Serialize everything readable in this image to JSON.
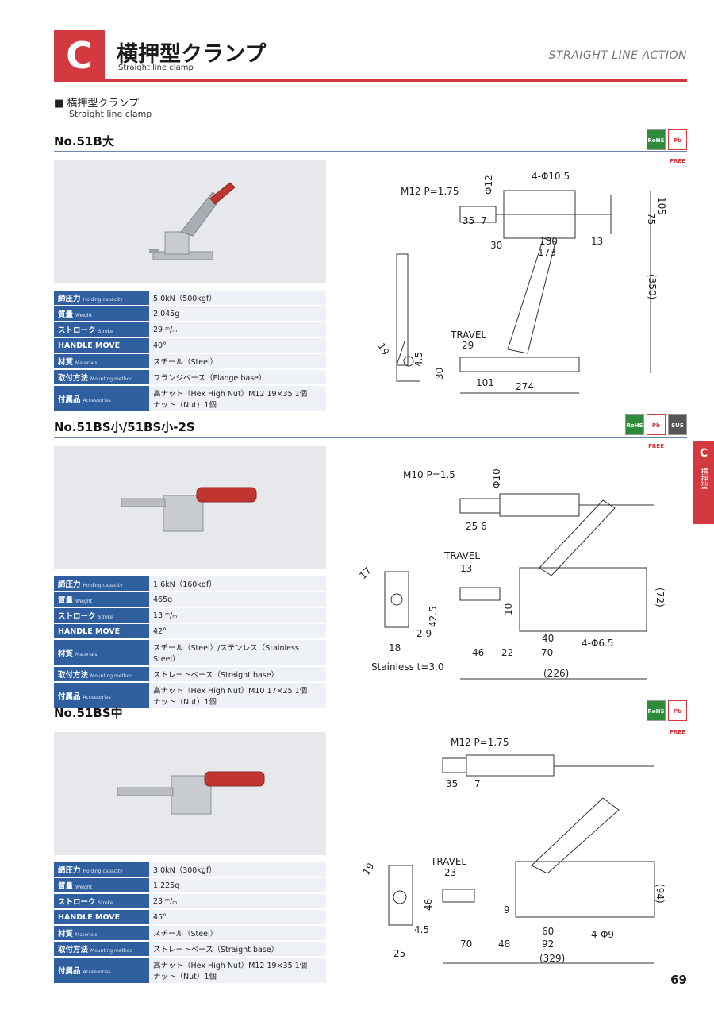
{
  "header": {
    "letter": "C",
    "title_jp": "横押型クランプ",
    "title_en": "Straight line clamp",
    "right_title": "STRAIGHT LINE ACTION"
  },
  "intro": {
    "label_jp": "■ 横押型クランプ",
    "label_en": "Straight line clamp"
  },
  "side_tab": {
    "letter": "C",
    "text": "横押型"
  },
  "spec_keys": {
    "holding": "締圧力",
    "holding_en": "Holding capacity",
    "weight": "質量",
    "weight_en": "Weight",
    "stroke": "ストローク",
    "stroke_en": "Stroke",
    "handle": "HANDLE MOVE",
    "material": "材質",
    "material_en": "Materials",
    "mounting": "取付方法",
    "mounting_en": "Mounting method",
    "accessories": "付属品",
    "accessories_en": "Accessories"
  },
  "badges": {
    "rohs": "RoHS",
    "pb": "Pb FREE",
    "sus": "SUS"
  },
  "products": [
    {
      "title": "No.51B大",
      "holding": "5.0kN（500kgf）",
      "weight": "2,045g",
      "stroke": "29 ᵐ/ₘ",
      "handle": "40°",
      "material": "スチール（Steel）",
      "mounting": "フランジベース（Flange base）",
      "accessories_1": "高ナット（Hex High Nut）M12 19×35 1個",
      "accessories_2": "ナット（Nut）1個",
      "dims": {
        "thread": "M12 P=1.75",
        "dia": "Φ12",
        "holes": "4-Φ10.5",
        "d35": "35",
        "d7": "7",
        "d30a": "30",
        "d130": "130",
        "d13": "13",
        "d173": "173",
        "d75": "75",
        "d105": "105",
        "d350": "(350)",
        "travel": "TRAVEL",
        "d29": "29",
        "d19": "19",
        "d45": "4.5",
        "d30b": "30",
        "d101": "101",
        "d274": "274"
      }
    },
    {
      "title": "No.51BS小/51BS小-2S",
      "holding": "1.6kN（160kgf）",
      "weight": "465g",
      "stroke": "13 ᵐ/ₘ",
      "handle": "42°",
      "material": "スチール（Steel）/ステンレス（Stainless Steel）",
      "mounting": "ストレートベース（Straight base）",
      "accessories_1": "高ナット（Hex High Nut）M10 17×25 1個",
      "accessories_2": "ナット（Nut）1個",
      "dims": {
        "thread": "M10 P=1.5",
        "dia": "Φ10",
        "d25": "25",
        "d6": "6",
        "travel": "TRAVEL",
        "d13": "13",
        "d17": "17",
        "d425": "42.5",
        "d10": "10",
        "d72": "(72)",
        "d29": "2.9",
        "d18": "18",
        "d40": "40",
        "holes": "4-Φ6.5",
        "d46": "46",
        "d22": "22",
        "d70": "70",
        "stainless": "Stainless t=3.0",
        "d226": "(226)"
      }
    },
    {
      "title": "No.51BS中",
      "holding": "3.0kN（300kgf）",
      "weight": "1,225g",
      "stroke": "23 ᵐ/ₘ",
      "handle": "45°",
      "material": "スチール（Steel）",
      "mounting": "ストレートベース（Straight base）",
      "accessories_1": "高ナット（Hex High Nut）M12 19×35 1個",
      "accessories_2": "ナット（Nut）1個",
      "dims": {
        "thread": "M12 P=1.75",
        "d35": "35",
        "d7": "7",
        "travel": "TRAVEL",
        "d23": "23",
        "d19": "19",
        "d46": "46",
        "d9": "9",
        "d94": "(94)",
        "d45": "4.5",
        "d60": "60",
        "holes": "4-Φ9",
        "d25": "25",
        "d70": "70",
        "d48": "48",
        "d92": "92",
        "d329": "(329)"
      }
    }
  ],
  "page_number": "69"
}
